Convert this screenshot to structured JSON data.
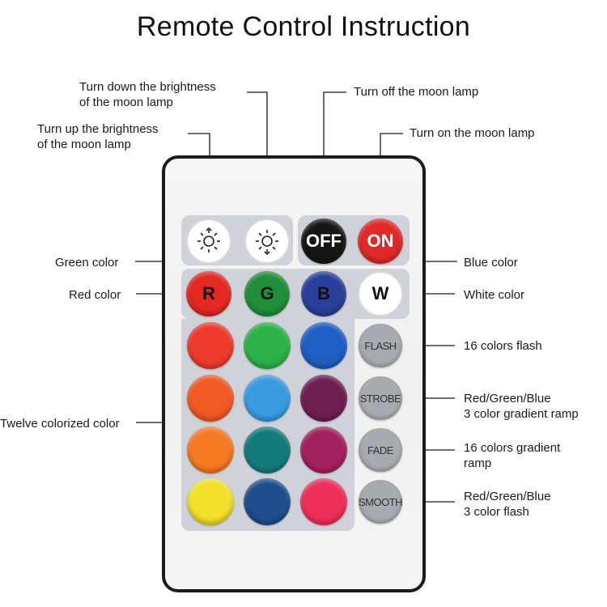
{
  "title": "Remote Control Instruction",
  "labels": {
    "brightness_down": "Turn down the brightness\nof the moon lamp",
    "brightness_up": "Turn up the brightness\nof the moon lamp",
    "off": "Turn off the moon lamp",
    "on": "Turn on the moon lamp",
    "green": "Green color",
    "blue": "Blue color",
    "red": "Red color",
    "white": "White color",
    "twelve": "Twelve colorized color",
    "flash": "16 colors flash",
    "strobe": "Red/Green/Blue\n3 color gradient ramp",
    "fade": "16 colors gradient\nramp",
    "smooth": "Red/Green/Blue\n3 color flash"
  },
  "buttons": {
    "off": "OFF",
    "on": "ON",
    "r": "R",
    "g": "G",
    "b": "B",
    "w": "W",
    "flash": "FLASH",
    "strobe": "STROBE",
    "fade": "FADE",
    "smooth": "SMOOTH"
  },
  "colors": {
    "red": "#e52822",
    "green": "#1f8f3a",
    "blue": "#2a3f9a",
    "off_btn": "#161616",
    "on_btn": "#e2292a",
    "grid": [
      "#ef3b2c",
      "#2bb34a",
      "#1e5fc4",
      "#f25a24",
      "#3b9be0",
      "#6d1f52",
      "#f57a22",
      "#137b7b",
      "#a3215e",
      "#f2e02b",
      "#1e4f8c",
      "#ee2f5a"
    ]
  }
}
